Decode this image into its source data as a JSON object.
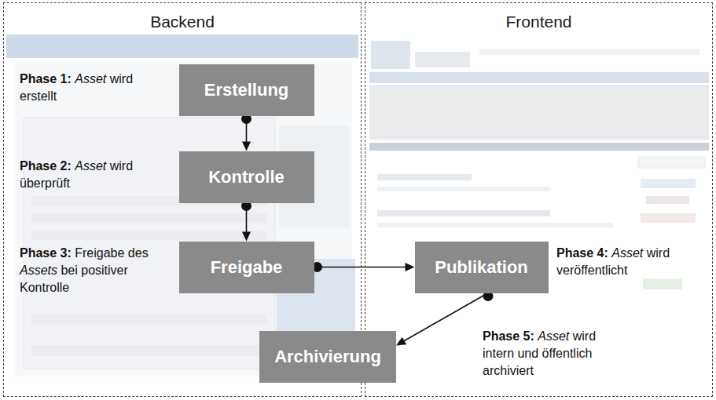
{
  "diagram": {
    "nodes": [
      {
        "text": [
          "Backend"
        ]
      },
      {
        "text": [
          "Frontend"
        ]
      },
      {
        "text": [
          "Erstellung"
        ],
        "in": 0
      },
      {
        "text": [
          "Kontrolle"
        ],
        "in": 0
      },
      {
        "text": [
          "Freigabe"
        ],
        "in": 0
      },
      {
        "text": [
          "Publikation"
        ],
        "in": 1
      },
      {
        "text": [
          "Archivierung"
        ]
      }
    ],
    "edges": [
      {
        "from": 2,
        "to": 3,
        "arrow": "to"
      },
      {
        "from": 3,
        "to": 4,
        "arrow": "to"
      },
      {
        "from": 4,
        "to": 5,
        "arrow": "to"
      },
      {
        "from": 5,
        "to": 6,
        "arrow": "to"
      }
    ],
    "labels": [
      "Phase 1:",
      "Asset",
      "wird erstellt",
      "Phase 2:",
      "Asset",
      "wird überprüft",
      "Phase 3:",
      "Freigabe des",
      "Assets",
      "bei positiver Kontrolle",
      "Phase 4:",
      "Asset",
      "wird veröffentlicht",
      "Phase 5:",
      "Asset",
      "wird intern und öffentlich archiviert"
    ]
  }
}
